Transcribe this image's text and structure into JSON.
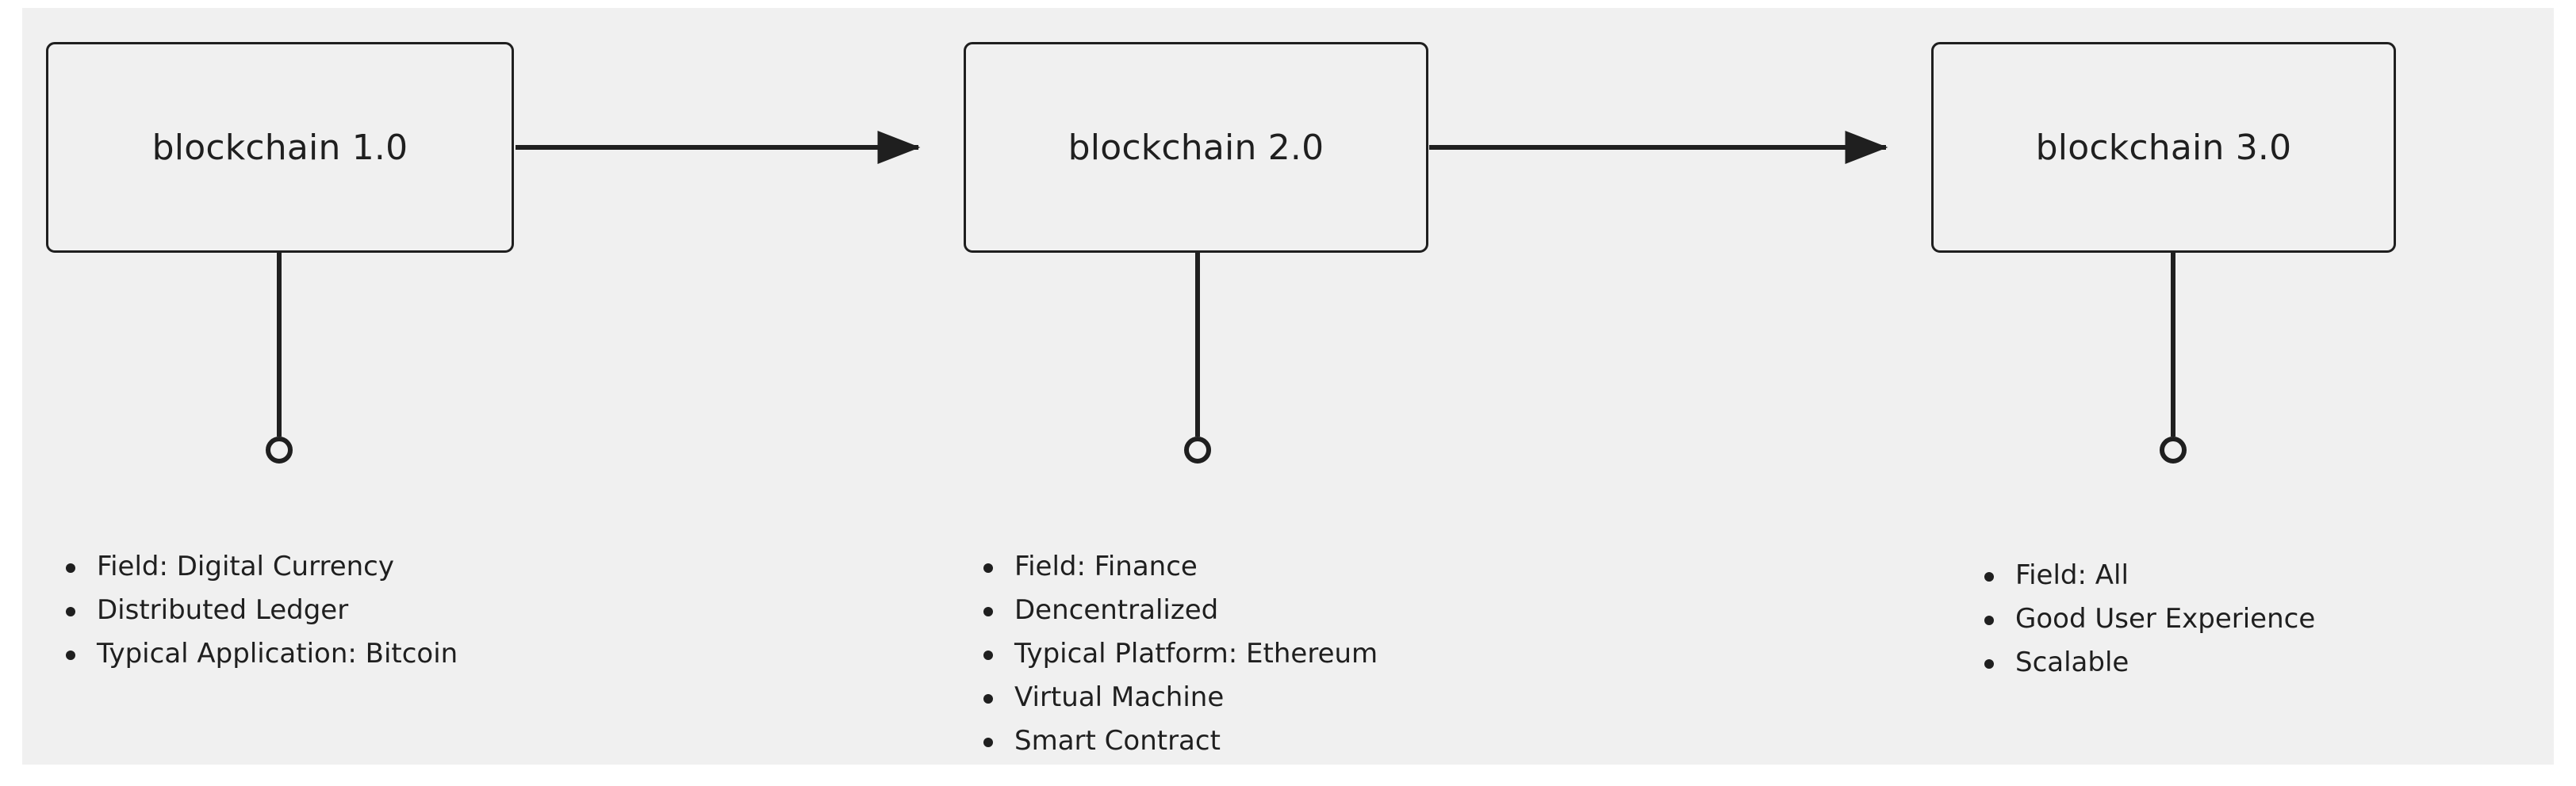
{
  "canvas": {
    "background_color": "#f0f0f0",
    "page_background_color": "#ffffff",
    "stroke_color": "#1f1f1f"
  },
  "nodes": [
    {
      "id": "blockchain-1",
      "label": "blockchain 1.0"
    },
    {
      "id": "blockchain-2",
      "label": "blockchain 2.0"
    },
    {
      "id": "blockchain-3",
      "label": "blockchain 3.0"
    }
  ],
  "connectors": [
    {
      "id": "arrow-1-to-2",
      "from": "blockchain-1",
      "to": "blockchain-2",
      "type": "arrow",
      "direction": "right"
    },
    {
      "id": "arrow-2-to-3",
      "from": "blockchain-2",
      "to": "blockchain-3",
      "type": "arrow",
      "direction": "right"
    },
    {
      "id": "drop-1",
      "from": "blockchain-1",
      "to": "detail-list-1",
      "type": "line-with-circle-endpoint"
    },
    {
      "id": "drop-2",
      "from": "blockchain-2",
      "to": "detail-list-2",
      "type": "line-with-circle-endpoint"
    },
    {
      "id": "drop-3",
      "from": "blockchain-3",
      "to": "detail-list-3",
      "type": "line-with-circle-endpoint"
    }
  ],
  "details": [
    {
      "for": "blockchain-1",
      "items": [
        "Field: Digital Currency",
        "Distributed Ledger",
        "Typical Application: Bitcoin"
      ]
    },
    {
      "for": "blockchain-2",
      "items": [
        "Field: Finance",
        "Dencentralized",
        "Typical Platform: Ethereum",
        "Virtual Machine",
        "Smart Contract"
      ]
    },
    {
      "for": "blockchain-3",
      "items": [
        "Field: All",
        "Good User Experience",
        "Scalable"
      ]
    }
  ]
}
